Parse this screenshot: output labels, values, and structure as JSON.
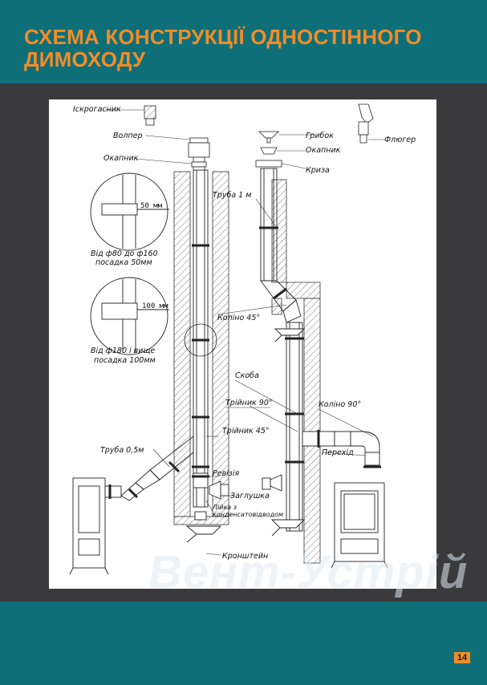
{
  "page": {
    "title": "СХЕМА КОНСТРУКЦІЇ ОДНОСТІННОГО ДИМОХОДУ",
    "page_number": "14",
    "brand": "Вент-Устрій"
  },
  "labels": {
    "iskrogasnyk": "Іскрогасник",
    "voller": "Волпер",
    "okapnyk_left": "Окапник",
    "gribok": "Грибок",
    "okapnyk_right": "Окапник",
    "kryza": "Криза",
    "fluger": "Флюгер",
    "truba_1m": "Труба 1 м",
    "kolino_45": "Коліно 45°",
    "skoba": "Скоба",
    "triynyk_90": "Трійник 90°",
    "triynyk_45": "Трійник 45°",
    "kolino_90": "Коліно 90°",
    "truba_05": "Труба 0,5м",
    "reviziya": "Ревізія",
    "zaglushka": "Заглушка",
    "liyka_line1": "Лійка з",
    "liyka_line2": "конденсатовідводом",
    "kronshteyn": "Кронштейн",
    "perekhid": "Перехід"
  },
  "details": {
    "dim_small": "50 мм",
    "caption_small_1": "Від ф80 до ф160",
    "caption_small_2": "посадка 50мм",
    "dim_large": "100 мм",
    "caption_large_1": "Від ф180 і вище",
    "caption_large_2": "посадка 100мм"
  },
  "colors": {
    "teal": "#0e6f79",
    "orange": "#f28c28",
    "dark": "#3a3a3c"
  }
}
